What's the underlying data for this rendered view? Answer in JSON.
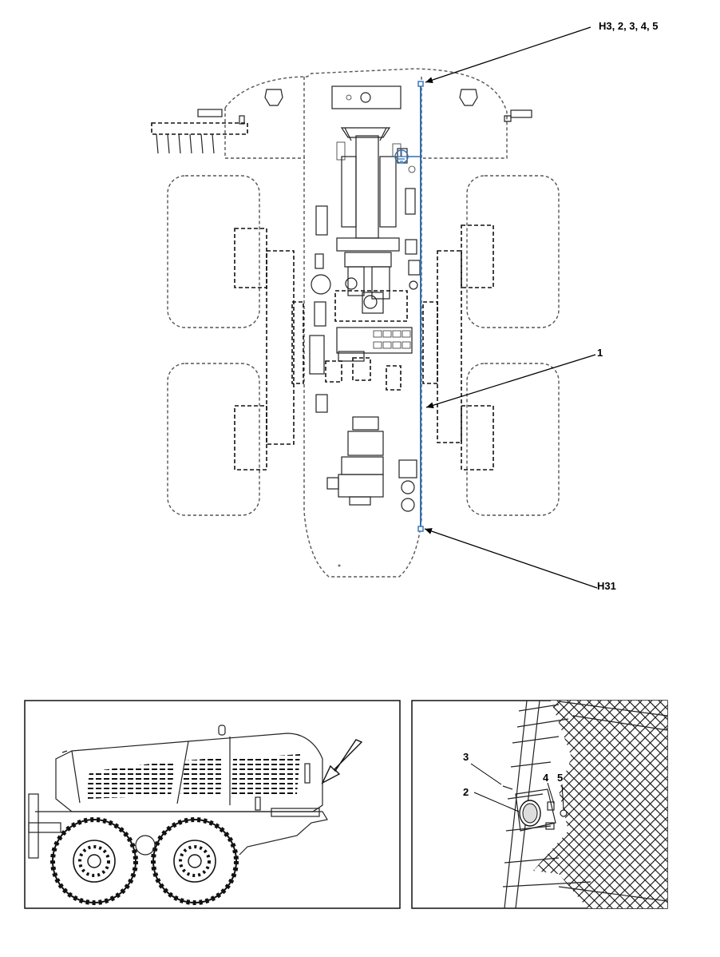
{
  "callouts": {
    "top_right": "H3, 2, 3, 4, 5",
    "cable": "1",
    "bottom_right": "H31",
    "detail_3": "3",
    "detail_2": "2",
    "detail_4": "4",
    "detail_5": "5"
  },
  "colors": {
    "cable": "#2f6fb5",
    "outline": "#555555",
    "ink": "#111111"
  }
}
